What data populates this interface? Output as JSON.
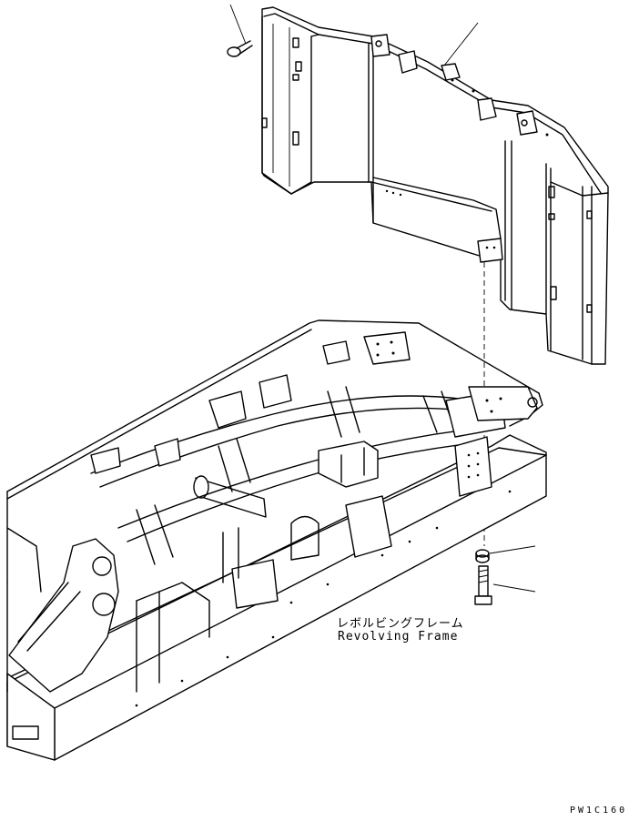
{
  "part_label_japanese": "レボルビングフレーム",
  "part_label_english": "Revolving Frame",
  "drawing_code": "PW1C160",
  "callouts": [
    {
      "id": "pin-callout"
    },
    {
      "id": "counterweight-callout"
    },
    {
      "id": "washer-callout"
    },
    {
      "id": "bolt-callout"
    }
  ],
  "colors": {
    "line": "#000000",
    "background": "#ffffff"
  }
}
